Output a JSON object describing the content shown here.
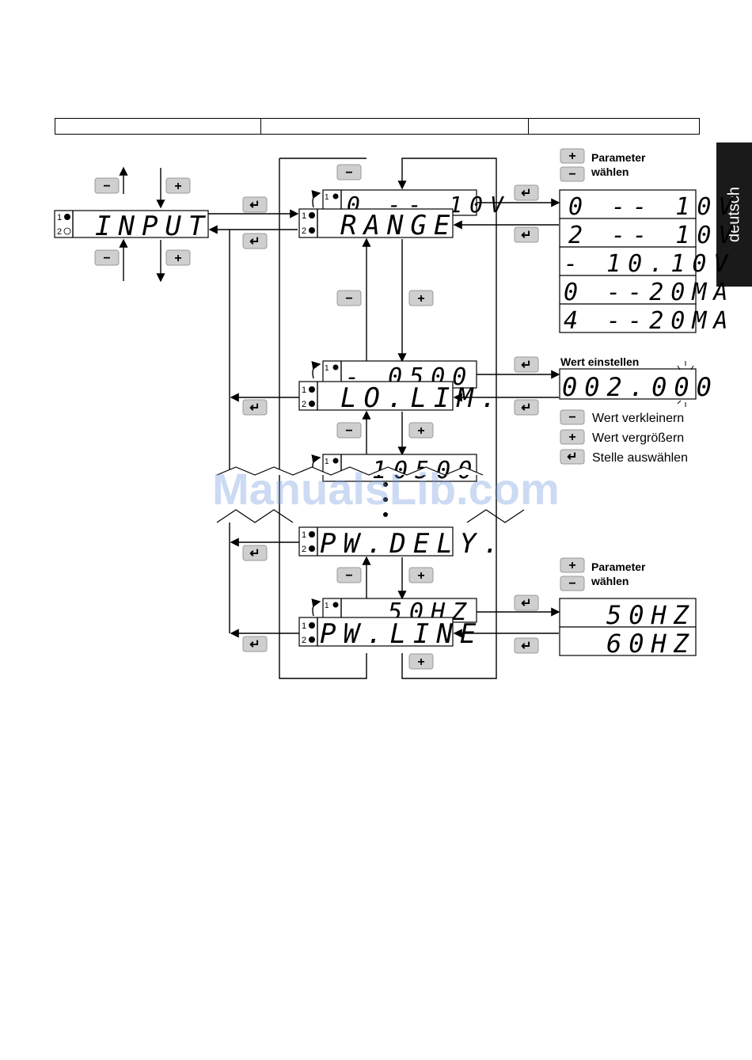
{
  "side_tab": "deutsch",
  "watermark": "ManualsLib.com",
  "menu_main": "INPUT",
  "params": {
    "range_name": "RANGE",
    "range_value": "0 -- 10V",
    "lolim_name": "LO.LIM.",
    "lolim_value": "- 0500",
    "hilim_value": "10500",
    "pwdely_name": "PW.DELY.",
    "pwline_name": "PW.LINE",
    "pwline_value": "50HZ"
  },
  "range_options": [
    "0 -- 10V",
    "2 -- 10V",
    "- 10.10V",
    "0 --20MA",
    "4 --20MA"
  ],
  "set_value": "002.000",
  "pwline_options": [
    "50HZ",
    "60HZ"
  ],
  "legend": {
    "choose_param_1": "Parameter",
    "choose_param_2": "wählen",
    "set_value_title": "Wert einstellen",
    "decrease": "Wert verkleinern",
    "increase": "Wert vergrößern",
    "select_digit": "Stelle auswählen"
  },
  "button_glyphs": {
    "minus": "−",
    "plus": "+",
    "enter": "↵"
  },
  "led_labels": {
    "one": "1",
    "two": "2"
  }
}
